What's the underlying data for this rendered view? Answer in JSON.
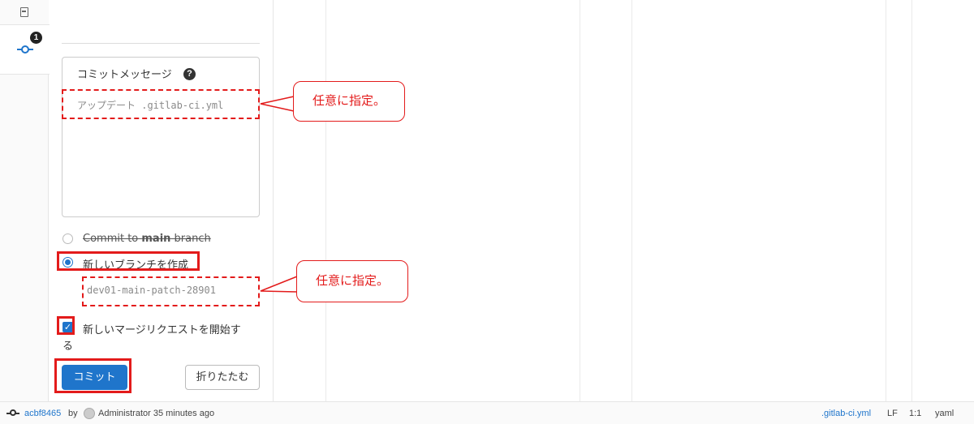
{
  "sidebar": {
    "commit_badge": "1"
  },
  "commit_panel": {
    "message_label": "コミットメッセージ",
    "help_glyph": "?",
    "message_value": "アップデート .gitlab-ci.yml",
    "option_commit_prefix": "Commit to ",
    "option_commit_branch": "main",
    "option_commit_suffix": " branch",
    "option_new_branch": "新しいブランチを作成",
    "branch_name_value": "dev01-main-patch-28901",
    "mr_checkbox_label_line1": "新しいマージリクエストを開始す",
    "mr_checkbox_label_line2": "る",
    "checkbox_glyph": "✓",
    "commit_button": "コミット",
    "collapse_button": "折りたたむ"
  },
  "annotations": {
    "callout_message": "任意に指定。",
    "callout_branch": "任意に指定。",
    "color": "#e31b1b"
  },
  "status_bar": {
    "commit_sha": "acbf8465",
    "by": "by",
    "author_time": "Administrator 35 minutes ago",
    "file_name": ".gitlab-ci.yml",
    "line_ending": "LF",
    "cursor_pos": "1:1",
    "language": "yaml"
  },
  "colors": {
    "accent": "#1f75cb",
    "annotation": "#e31b1b"
  }
}
